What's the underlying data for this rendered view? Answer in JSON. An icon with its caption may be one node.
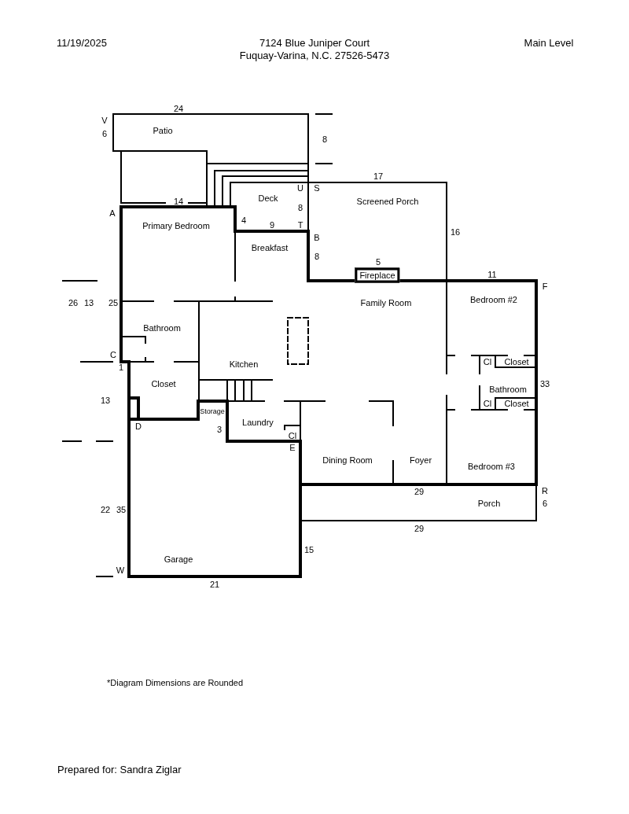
{
  "diagram": {
    "nodes": [
      {
        "text": [
          "Patio"
        ]
      },
      {
        "text": [
          "Deck"
        ]
      },
      {
        "text": [
          "Screened Porch"
        ]
      },
      {
        "text": [
          "Primary Bedroom"
        ]
      },
      {
        "text": [
          "Breakfast"
        ]
      },
      {
        "text": [
          "Fireplace"
        ]
      },
      {
        "text": [
          "Family Room"
        ]
      },
      {
        "text": [
          "Bedroom #2"
        ]
      },
      {
        "text": [
          "Bathroom"
        ]
      },
      {
        "text": [
          "Kitchen"
        ]
      },
      {
        "text": [
          "Cl"
        ]
      },
      {
        "text": [
          "Closet"
        ]
      },
      {
        "text": [
          "Bathroom"
        ]
      },
      {
        "text": [
          "Cl"
        ]
      },
      {
        "text": [
          "Closet"
        ]
      },
      {
        "text": [
          "Closet"
        ]
      },
      {
        "text": [
          "Storage"
        ]
      },
      {
        "text": [
          "Laundry"
        ]
      },
      {
        "text": [
          "Cl"
        ]
      },
      {
        "text": [
          "Dining Room"
        ]
      },
      {
        "text": [
          "Foyer"
        ]
      },
      {
        "text": [
          "Bedroom #3"
        ]
      },
      {
        "text": [
          "Porch"
        ]
      },
      {
        "text": [
          "Garage"
        ]
      }
    ],
    "edges": [],
    "labels": [
      "11/19/2025",
      "7124 Blue Juniper Court",
      "Main Level",
      "Fuquay-Varina, N.C. 27526-5473",
      "24",
      "V",
      "6",
      "8",
      "17",
      "U",
      "S",
      "14",
      "8",
      "A",
      "4",
      "9",
      "T",
      "16",
      "B",
      "8",
      "5",
      "11",
      "F",
      "26",
      "13",
      "25",
      "C",
      "1",
      "33",
      "13",
      "D",
      "3",
      "E",
      "29",
      "R",
      "6",
      "22",
      "35",
      "29",
      "15",
      "W",
      "21",
      "*Diagram Dimensions are Rounded",
      "Prepared for: Sandra Ziglar"
    ]
  }
}
